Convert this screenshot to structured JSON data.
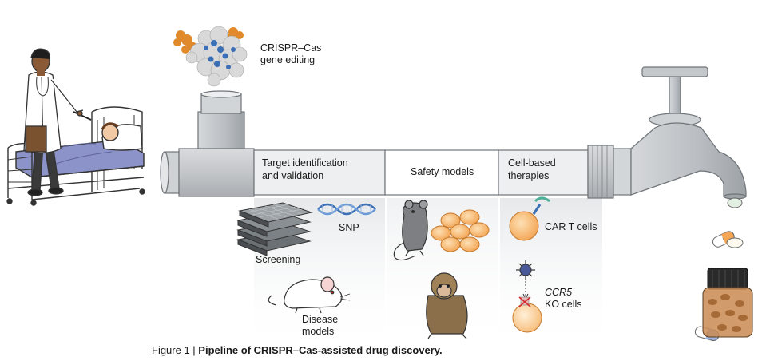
{
  "top_label": {
    "line1": "CRISPR–Cas",
    "line2": "gene editing"
  },
  "stages": [
    {
      "line1": "Target identification",
      "line2": "and validation"
    },
    {
      "line1": "Safety models",
      "line2": ""
    },
    {
      "line1": "Cell-based",
      "line2": "therapies"
    }
  ],
  "labels": {
    "snp": "SNP",
    "screening": "Screening",
    "disease_models_1": "Disease",
    "disease_models_2": "models",
    "car_t": "CAR T cells",
    "ccr5": "CCR5",
    "ko_cells": "KO cells"
  },
  "caption": {
    "prefix": "Figure 1 | ",
    "title": "Pipeline of CRISPR–Cas-assisted drug discovery."
  },
  "colors": {
    "pipe": "#c9ccce",
    "pipe_band": "#eeeff0",
    "orange_cell": "#f4a654",
    "cell_light": "#fbd39c",
    "dna_blue": "#3b6fb5",
    "protein_orange": "#e08a2c",
    "bed_blue": "#8c93c8",
    "pill_blue": "#9fb4e0",
    "bottle": "#c98a52"
  },
  "icons": [
    "doctor-icon",
    "patient-bed-icon",
    "protein-structure-icon",
    "pipe-icon",
    "faucet-icon",
    "plate-stack-icon",
    "dna-helix-icon",
    "mouse-icon",
    "rat-icon",
    "cell-cluster-icon",
    "monkey-icon",
    "car-t-cell-icon",
    "virus-icon",
    "ko-cell-icon",
    "pill-icon",
    "pill-bottle-icon"
  ]
}
